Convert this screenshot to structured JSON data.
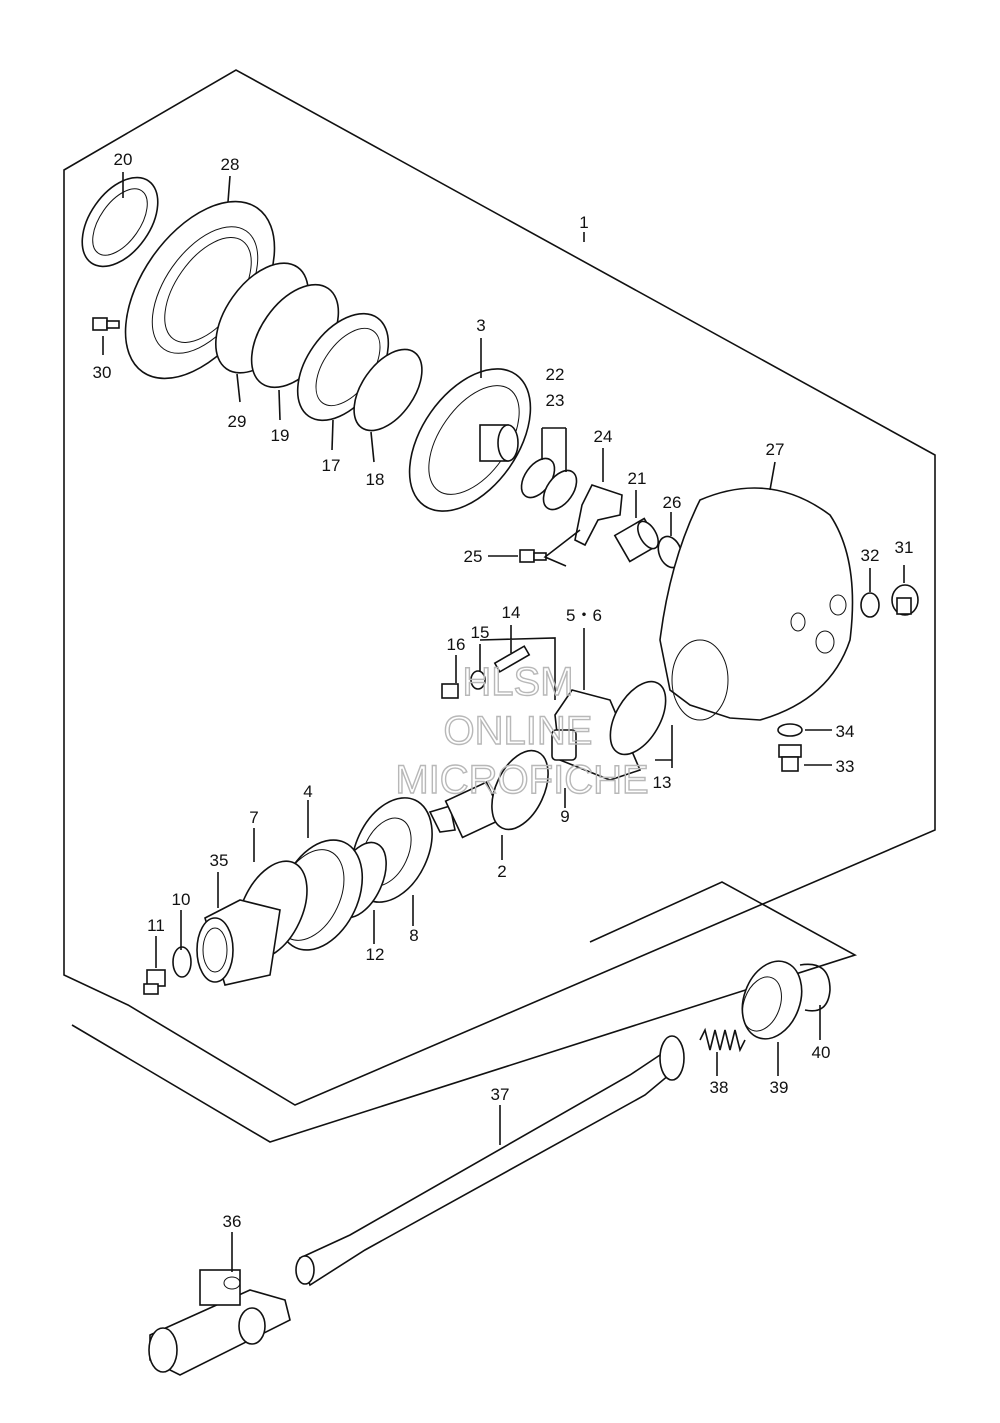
{
  "diagram": {
    "labels": {
      "p1": "1",
      "p2": "2",
      "p3": "3",
      "p4": "4",
      "p5_6": "5・6",
      "p7": "7",
      "p8": "8",
      "p9": "9",
      "p10": "10",
      "p11": "11",
      "p12": "12",
      "p13": "13",
      "p14": "14",
      "p15": "15",
      "p16": "16",
      "p17": "17",
      "p18": "18",
      "p19": "19",
      "p20": "20",
      "p21": "21",
      "p22": "22",
      "p23": "23",
      "p24": "24",
      "p25": "25",
      "p26": "26",
      "p27": "27",
      "p28": "28",
      "p29": "29",
      "p30": "30",
      "p31": "31",
      "p32": "32",
      "p33": "33",
      "p34": "34",
      "p35": "35",
      "p36": "36",
      "p37": "37",
      "p38": "38",
      "p39": "39",
      "p40": "40"
    },
    "watermark": {
      "line1": "HLSM",
      "line2": "ONLINE",
      "line3": "MICROFICHE"
    }
  }
}
